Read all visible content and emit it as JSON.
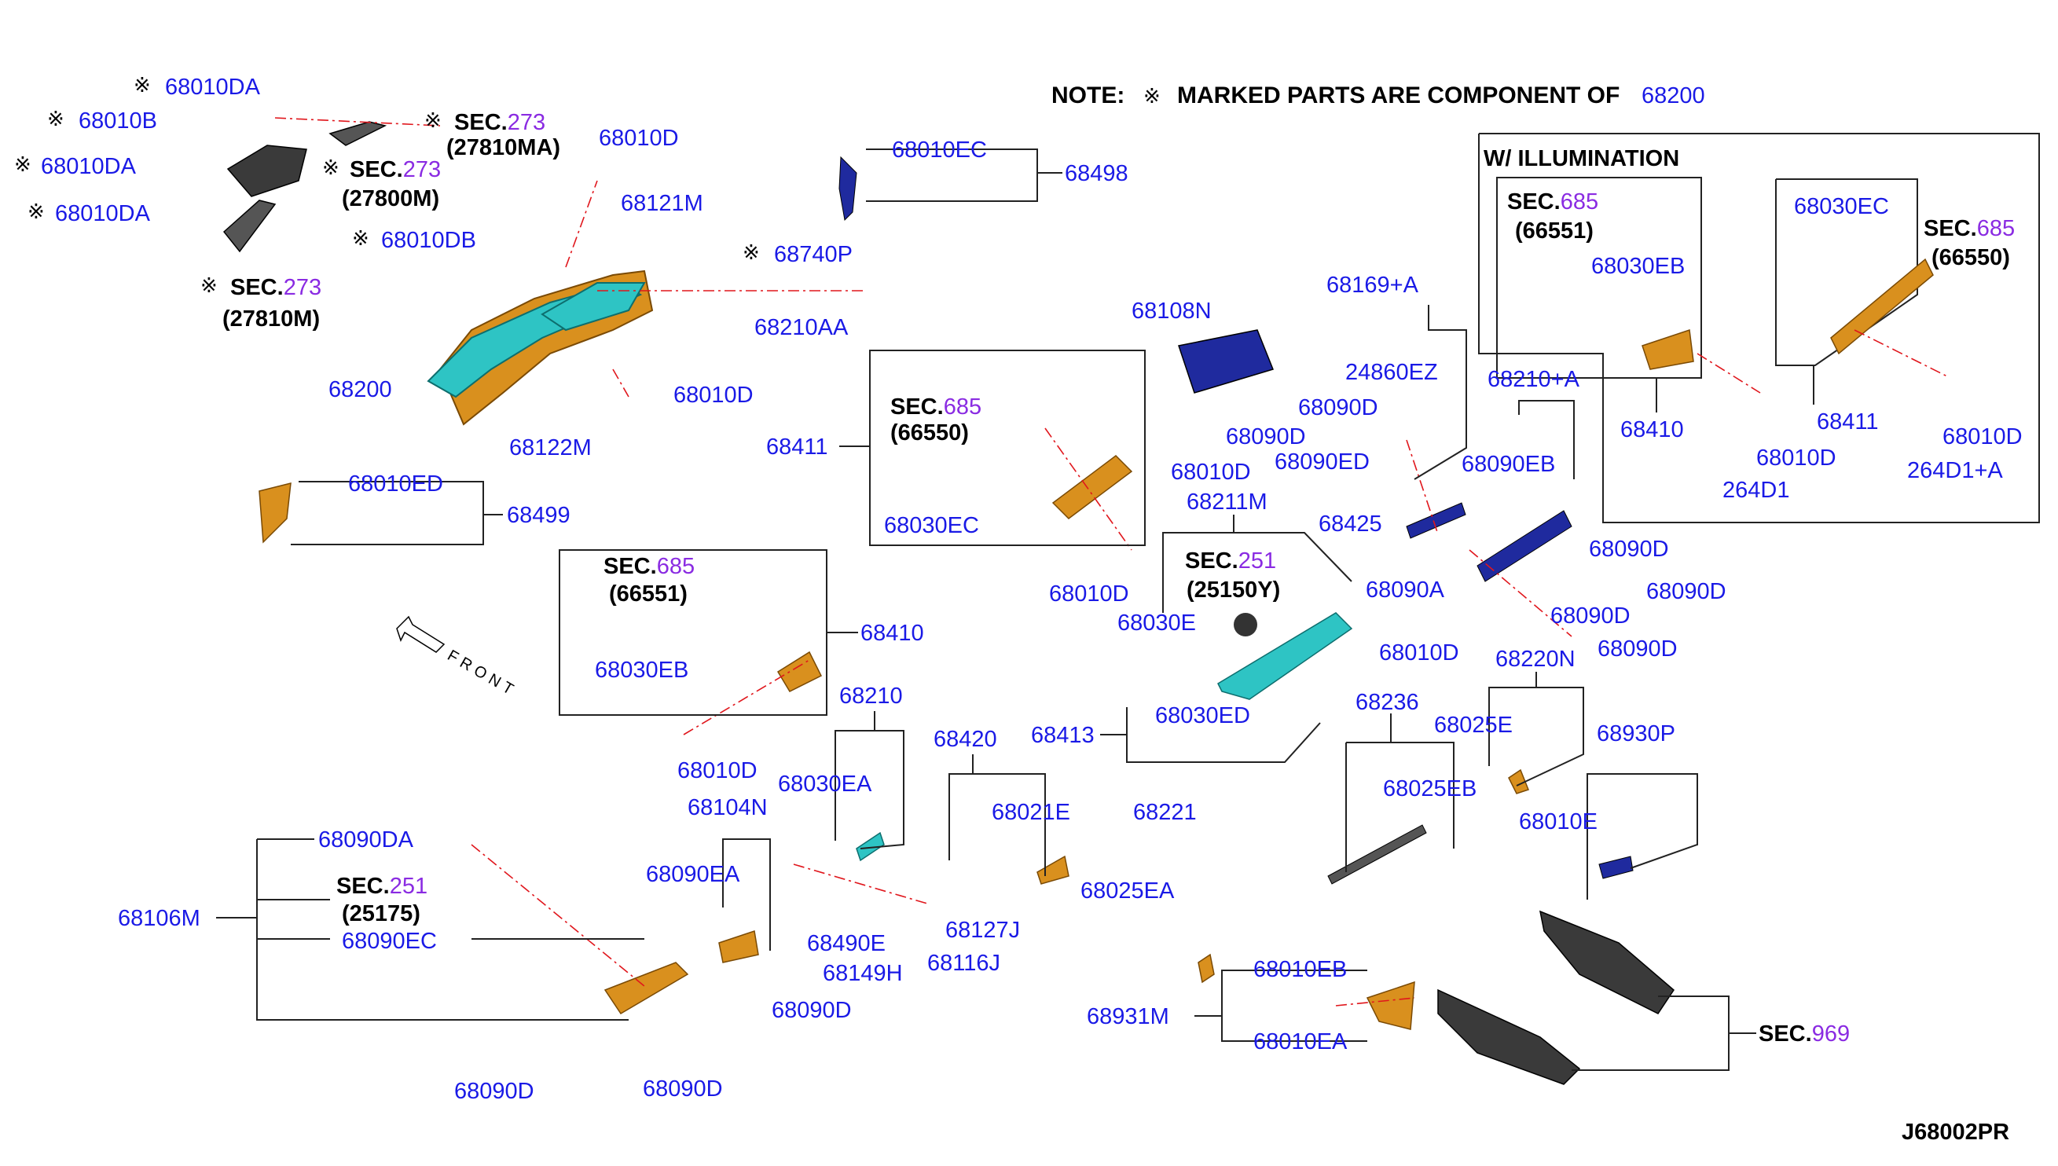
{
  "note": {
    "prefix": "NOTE:",
    "mark": "※",
    "text": "MARKED PARTS ARE COMPONENT OF",
    "ref": "68200"
  },
  "illumination": {
    "title": "W/ ILLUMINATION"
  },
  "front_label": "FRONT",
  "diagram_id": "J68002PR",
  "sec_prefix": "SEC.",
  "colors": {
    "part": "#1a1ae6",
    "sec_num": "#8a2be2",
    "leader": "#e0161c",
    "panel_cyan": "#2ec4c4",
    "panel_orange": "#d9901e",
    "navy": "#1f2a9e",
    "dark": "#3a3a3a"
  },
  "labels": {
    "l_68010DA_1": "68010DA",
    "l_68010B": "68010B",
    "l_68010DA_2": "68010DA",
    "l_68010DA_3": "68010DA",
    "l_68010DB": "68010DB",
    "l_68200": "68200",
    "l_68010D_1": "68010D",
    "l_68121M": "68121M",
    "l_68740P": "68740P",
    "l_68210AA": "68210AA",
    "l_68010D_2": "68010D",
    "l_68122M": "68122M",
    "l_68010EC": "68010EC",
    "l_68498": "68498",
    "l_68010ED": "68010ED",
    "l_68499": "68499",
    "l_68108N": "68108N",
    "l_68090D_1": "68090D",
    "l_68090D_2": "68090D",
    "l_68010D_3": "68010D",
    "l_68411_1": "68411",
    "l_68030EC_1": "68030EC",
    "l_68010D_4": "68010D",
    "l_68169A": "68169+A",
    "l_24860EZ": "24860EZ",
    "l_68090ED": "68090ED",
    "l_68211M": "68211M",
    "l_68425": "68425",
    "l_68090A": "68090A",
    "l_68030E": "68030E",
    "l_68010D_5": "68010D",
    "l_68210A": "68210+A",
    "l_68090EB": "68090EB",
    "l_68090D_3": "68090D",
    "l_68090D_4": "68090D",
    "l_68090D_5": "68090D",
    "l_68090D_6": "68090D",
    "l_68220N": "68220N",
    "l_68410_1": "68410",
    "l_68030EB_1": "68030EB",
    "l_68010D_6": "68010D",
    "l_68030EB_2": "68030EB",
    "l_68410_2": "68410",
    "l_68030EC_2": "68030EC",
    "l_68411_2": "68411",
    "l_68010D_7": "68010D",
    "l_264D1": "264D1",
    "l_68010D_8": "68010D",
    "l_264D1A": "264D1+A",
    "l_68413": "68413",
    "l_68030ED": "68030ED",
    "l_68236": "68236",
    "l_68025E": "68025E",
    "l_68025EB": "68025EB",
    "l_68930P": "68930P",
    "l_68010E": "68010E",
    "l_68210": "68210",
    "l_68030EA": "68030EA",
    "l_68104N": "68104N",
    "l_68090EA": "68090EA",
    "l_68490E": "68490E",
    "l_68149H": "68149H",
    "l_68116J": "68116J",
    "l_68127J": "68127J",
    "l_68090D_7": "68090D",
    "l_68420": "68420",
    "l_68021E": "68021E",
    "l_68221": "68221",
    "l_68025EA": "68025EA",
    "l_68931M": "68931M",
    "l_68010EB": "68010EB",
    "l_68010EA": "68010EA",
    "l_68106M": "68106M",
    "l_68090DA": "68090DA",
    "l_68090EC": "68090EC",
    "l_68090D_8": "68090D",
    "l_68090D_9": "68090D"
  },
  "secs": {
    "s273a": {
      "num": "273",
      "sub": "(27810MA)"
    },
    "s273b": {
      "num": "273",
      "sub": "(27800M)"
    },
    "s273c": {
      "num": "273",
      "sub": "(27810M)"
    },
    "s685a": {
      "num": "685",
      "sub": "(66550)"
    },
    "s685b": {
      "num": "685",
      "sub": "(66551)"
    },
    "s685c": {
      "num": "685",
      "sub": "(66551)"
    },
    "s685d": {
      "num": "685",
      "sub": "(66550)"
    },
    "s251a": {
      "num": "251",
      "sub": "(25150Y)"
    },
    "s251b": {
      "num": "251",
      "sub": "(25175)"
    },
    "s969": {
      "num": "969"
    }
  }
}
